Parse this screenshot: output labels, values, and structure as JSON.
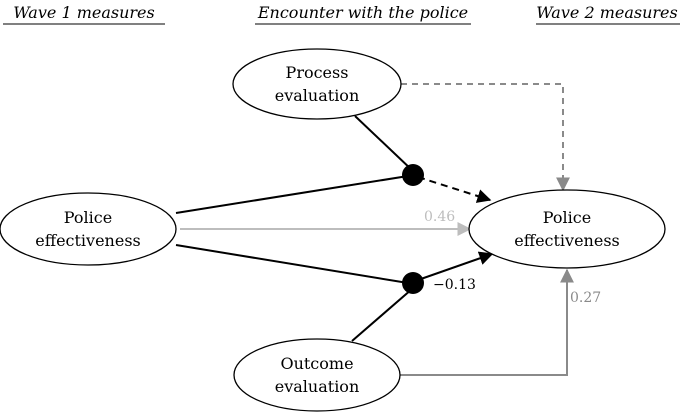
{
  "headers": {
    "wave1": "Wave 1 measures",
    "encounter": "Encounter with the police",
    "wave2": "Wave 2 measures"
  },
  "nodes": {
    "process": {
      "line1": "Process",
      "line2": "evaluation"
    },
    "effectiveness_w1": {
      "line1": "Police",
      "line2": "effectiveness"
    },
    "effectiveness_w2": {
      "line1": "Police",
      "line2": "effectiveness"
    },
    "outcome": {
      "line1": "Outcome",
      "line2": "evaluation"
    }
  },
  "coefficients": {
    "direct_effect": "0.46",
    "outcome_interaction": "−0.13",
    "outcome_direct": "0.27"
  },
  "colors": {
    "black": "#000000",
    "light_gray": "#bdbdbd",
    "mid_gray": "#8a8a8a"
  }
}
